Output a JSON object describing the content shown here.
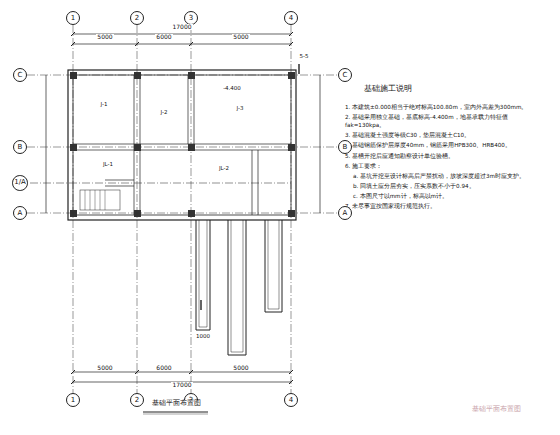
{
  "diagram": {
    "nodes": [
      {
        "text": [
          "1"
        ]
      },
      {
        "text": [
          "2"
        ]
      },
      {
        "text": [
          "3"
        ]
      },
      {
        "text": [
          "4"
        ]
      },
      {
        "text": [
          "C"
        ]
      },
      {
        "text": [
          "C"
        ]
      },
      {
        "text": [
          "B"
        ]
      },
      {
        "text": [
          "B"
        ]
      },
      {
        "text": [
          "1/A"
        ]
      },
      {
        "text": [
          "A"
        ]
      },
      {
        "text": [
          "A"
        ]
      },
      {
        "text": [
          "1"
        ]
      },
      {
        "text": [
          "2"
        ]
      },
      {
        "text": [
          "3"
        ]
      },
      {
        "text": [
          "4"
        ]
      }
    ],
    "edges": [
      {
        "from": 0,
        "to": 11,
        "arrow": "none"
      },
      {
        "from": 1,
        "to": 12,
        "arrow": "none"
      },
      {
        "from": 2,
        "to": 13,
        "arrow": "none"
      },
      {
        "from": 3,
        "to": 14,
        "arrow": "none"
      },
      {
        "from": 4,
        "to": 5,
        "arrow": "none"
      },
      {
        "from": 6,
        "to": 7,
        "arrow": "none"
      },
      {
        "from": 9,
        "to": 10,
        "arrow": "none"
      }
    ],
    "labels": [
      "17000",
      "5000",
      "6000",
      "5000",
      "17000",
      "5000",
      "6000",
      "5000",
      "1000",
      "基础平面布置图",
      "基础施工说明",
      "1. 本建筑±0.000相当于绝对标高100.80m，室内外高差为300mm。",
      "2. 基础采用独立基础，基底标高-4.400m，地基承载力特征值fak=130kpa。",
      "3. 基础混凝土强度等级C30，垫层混凝土C10。",
      "4. 基础钢筋保护层厚度40mm，钢筋采用HPB300、HRB400。",
      "5. 基槽开挖后应通知勘察设计单位验槽。",
      "6. 施工要求：",
      "a. 基坑开挖至设计标高后严禁扰动，放坡深度超过3m时应支护。",
      "b. 回填土应分层夯实，压实系数不小于0.94。",
      "c. 本图尺寸以mm计，标高以m计。",
      "7. 未尽事宜按国家现行规范执行。",
      "J-1",
      "J-2",
      "J-3",
      "JL-1",
      "JL-2",
      "-4.400",
      "5-5",
      "基础平面布置图"
    ]
  }
}
